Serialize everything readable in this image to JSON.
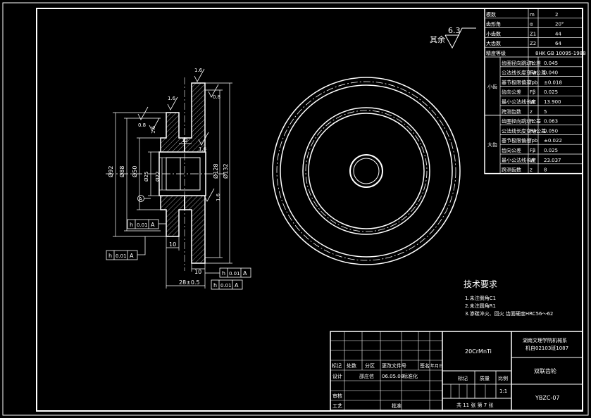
{
  "param_table": {
    "rows": [
      {
        "name": "模数",
        "sym": "m",
        "val": "2"
      },
      {
        "name": "齿形角",
        "sym": "α",
        "val": "20°"
      },
      {
        "name": "小齿数",
        "sym": "Z1",
        "val": "44"
      },
      {
        "name": "大齿数",
        "sym": "Z2",
        "val": "64"
      },
      {
        "name": "精度等级",
        "sym": "",
        "val": "8HK GB 10095-1988"
      }
    ],
    "small_label": "小齿",
    "large_label": "大齿",
    "small_rows": [
      {
        "name": "齿圈径向跳动公差",
        "sym": "Fr",
        "val": "0.045"
      },
      {
        "name": "公法线长度变动公差",
        "sym": "Fw",
        "val": "0.040"
      },
      {
        "name": "基节极限偏差",
        "sym": "fpb",
        "val": "±0.018"
      },
      {
        "name": "齿向公差",
        "sym": "Fβ",
        "val": "0.025"
      },
      {
        "name": "最小公法线长度",
        "sym": "W",
        "val": "13.900"
      },
      {
        "name": "跨测齿数",
        "sym": "z",
        "val": "5"
      }
    ],
    "large_rows": [
      {
        "name": "齿圈径向跳动公差",
        "sym": "Fr",
        "val": "0.063"
      },
      {
        "name": "公法线长度变动公差",
        "sym": "Fw",
        "val": "0.050"
      },
      {
        "name": "基节极限偏差",
        "sym": "fpb",
        "val": "±0.022"
      },
      {
        "name": "齿向公差",
        "sym": "Fβ",
        "val": "0.025"
      },
      {
        "name": "最小公法线长度",
        "sym": "W",
        "val": "23.037"
      },
      {
        "name": "跨测齿数",
        "sym": "z",
        "val": "8"
      }
    ]
  },
  "roughness": {
    "qiyu": "其余",
    "value": "6.3"
  },
  "drawing": {
    "dims": {
      "d92": "Ø92",
      "d88": "Ø88",
      "d50": "Ø50",
      "d25": "Ø25",
      "d25_tol": "+0.021\n0",
      "d22": "Ø22",
      "d22_tol": "+0.021\n0",
      "d128": "Ø128",
      "d132": "Ø132",
      "w10a": "10",
      "w10b": "10",
      "w28": "28±0.5",
      "w12": "12"
    },
    "roughness_marks": [
      "1.6",
      "1.6",
      "1.6",
      "0.8",
      "0.8",
      "1.6",
      "1.6"
    ],
    "datum_label": "A",
    "datum_circle": "A",
    "tolerances": [
      {
        "sym": "h",
        "val": "0.01",
        "ref": "A"
      },
      {
        "sym": "h",
        "val": "0.01",
        "ref": "A"
      },
      {
        "sym": "h",
        "val": "0.01",
        "ref": "A"
      },
      {
        "sym": "h",
        "val": "0.01",
        "ref": "A"
      }
    ]
  },
  "tech_req": {
    "title": "技术要求",
    "items": [
      "1.未注倒角C1",
      "2.未注圆角R1",
      "3.渗碳淬火、回火 齿面硬度HRC56～62"
    ]
  },
  "title_block": {
    "material": "20CrMnTi",
    "school_line1": "湖南文理学院机械系",
    "school_line2": "机自02103班1087",
    "part_name": "双联齿轮",
    "drawing_no": "YBZC-07",
    "headers": [
      "标记",
      "处数",
      "分区",
      "更改文件号",
      "签名",
      "年月日"
    ],
    "design_label": "设计",
    "designer": "邵庄信",
    "date": "06.05.08",
    "std_label": "标准化",
    "review_label": "审核",
    "process_label": "工艺",
    "approve_label": "批准",
    "stage_label": "标记",
    "weight_label": "质量",
    "scale_label": "比例",
    "scale": "1:1",
    "sheets": "共 11 张 第 7 张"
  }
}
